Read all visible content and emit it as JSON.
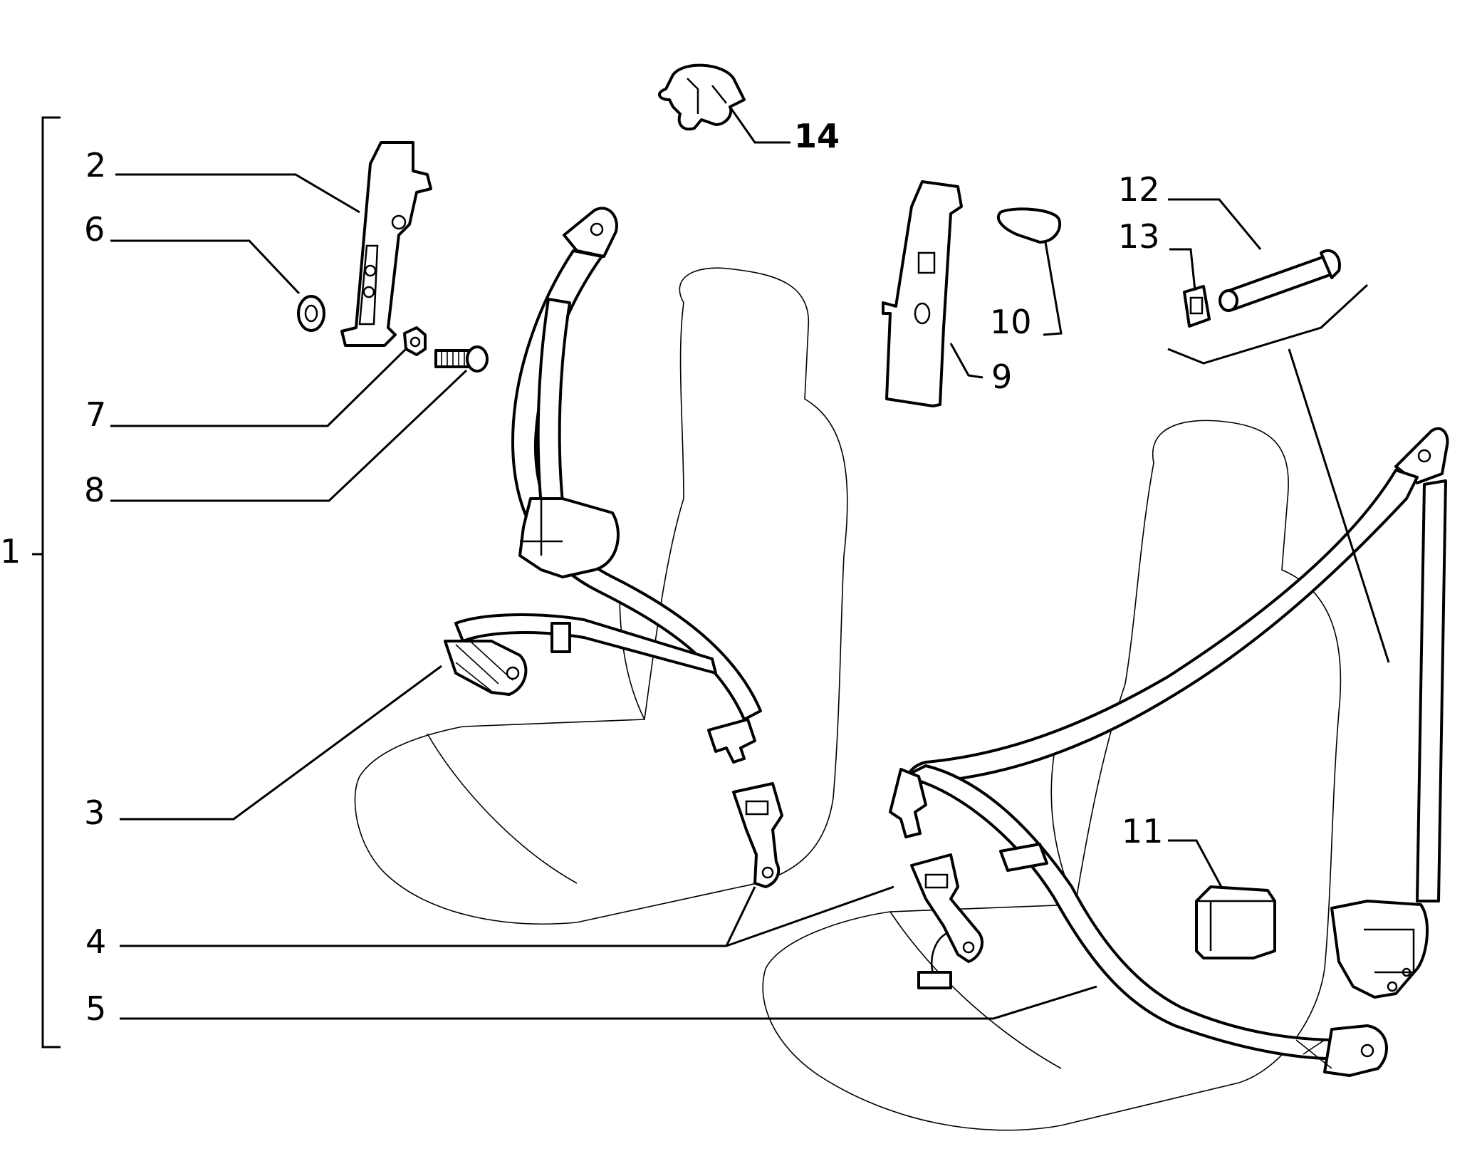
{
  "callouts": [
    {
      "id": "1",
      "text": "1"
    },
    {
      "id": "2",
      "text": "2"
    },
    {
      "id": "3",
      "text": "3"
    },
    {
      "id": "4",
      "text": "4"
    },
    {
      "id": "5",
      "text": "5"
    },
    {
      "id": "6",
      "text": "6"
    },
    {
      "id": "7",
      "text": "7"
    },
    {
      "id": "8",
      "text": "8"
    },
    {
      "id": "9",
      "text": "9"
    },
    {
      "id": "10",
      "text": "10"
    },
    {
      "id": "11",
      "text": "11"
    },
    {
      "id": "12",
      "text": "12"
    },
    {
      "id": "13",
      "text": "13"
    },
    {
      "id": "14",
      "text": "14"
    }
  ],
  "colors": {
    "line": "#000000",
    "background": "#ffffff"
  }
}
